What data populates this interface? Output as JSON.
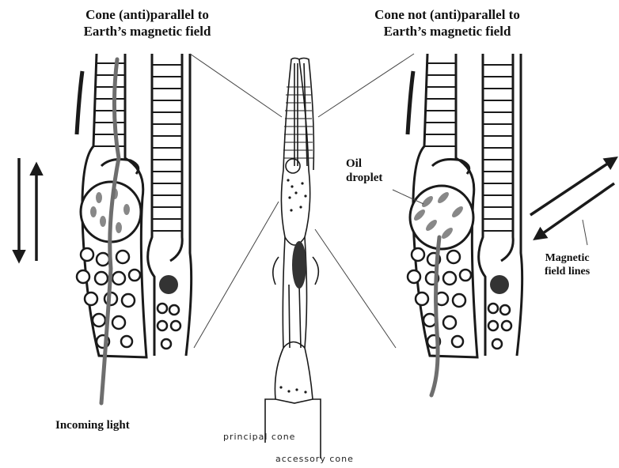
{
  "titles": {
    "left": "Cone (anti)parallel to\nEarth’s magnetic field",
    "right": "Cone not (anti)parallel to\nEarth’s magnetic field"
  },
  "labels": {
    "incoming_light": "Incoming light",
    "oil_droplet": "Oil\ndroplet",
    "magnetic_field_lines": "Magnetic\nfield lines",
    "principal_cone": "principal cone",
    "accessory_cone": "accessory cone"
  },
  "colors": {
    "ink": "#1a1a1a",
    "light_path": "#6e6e6e",
    "dark_organelle": "#333333"
  }
}
